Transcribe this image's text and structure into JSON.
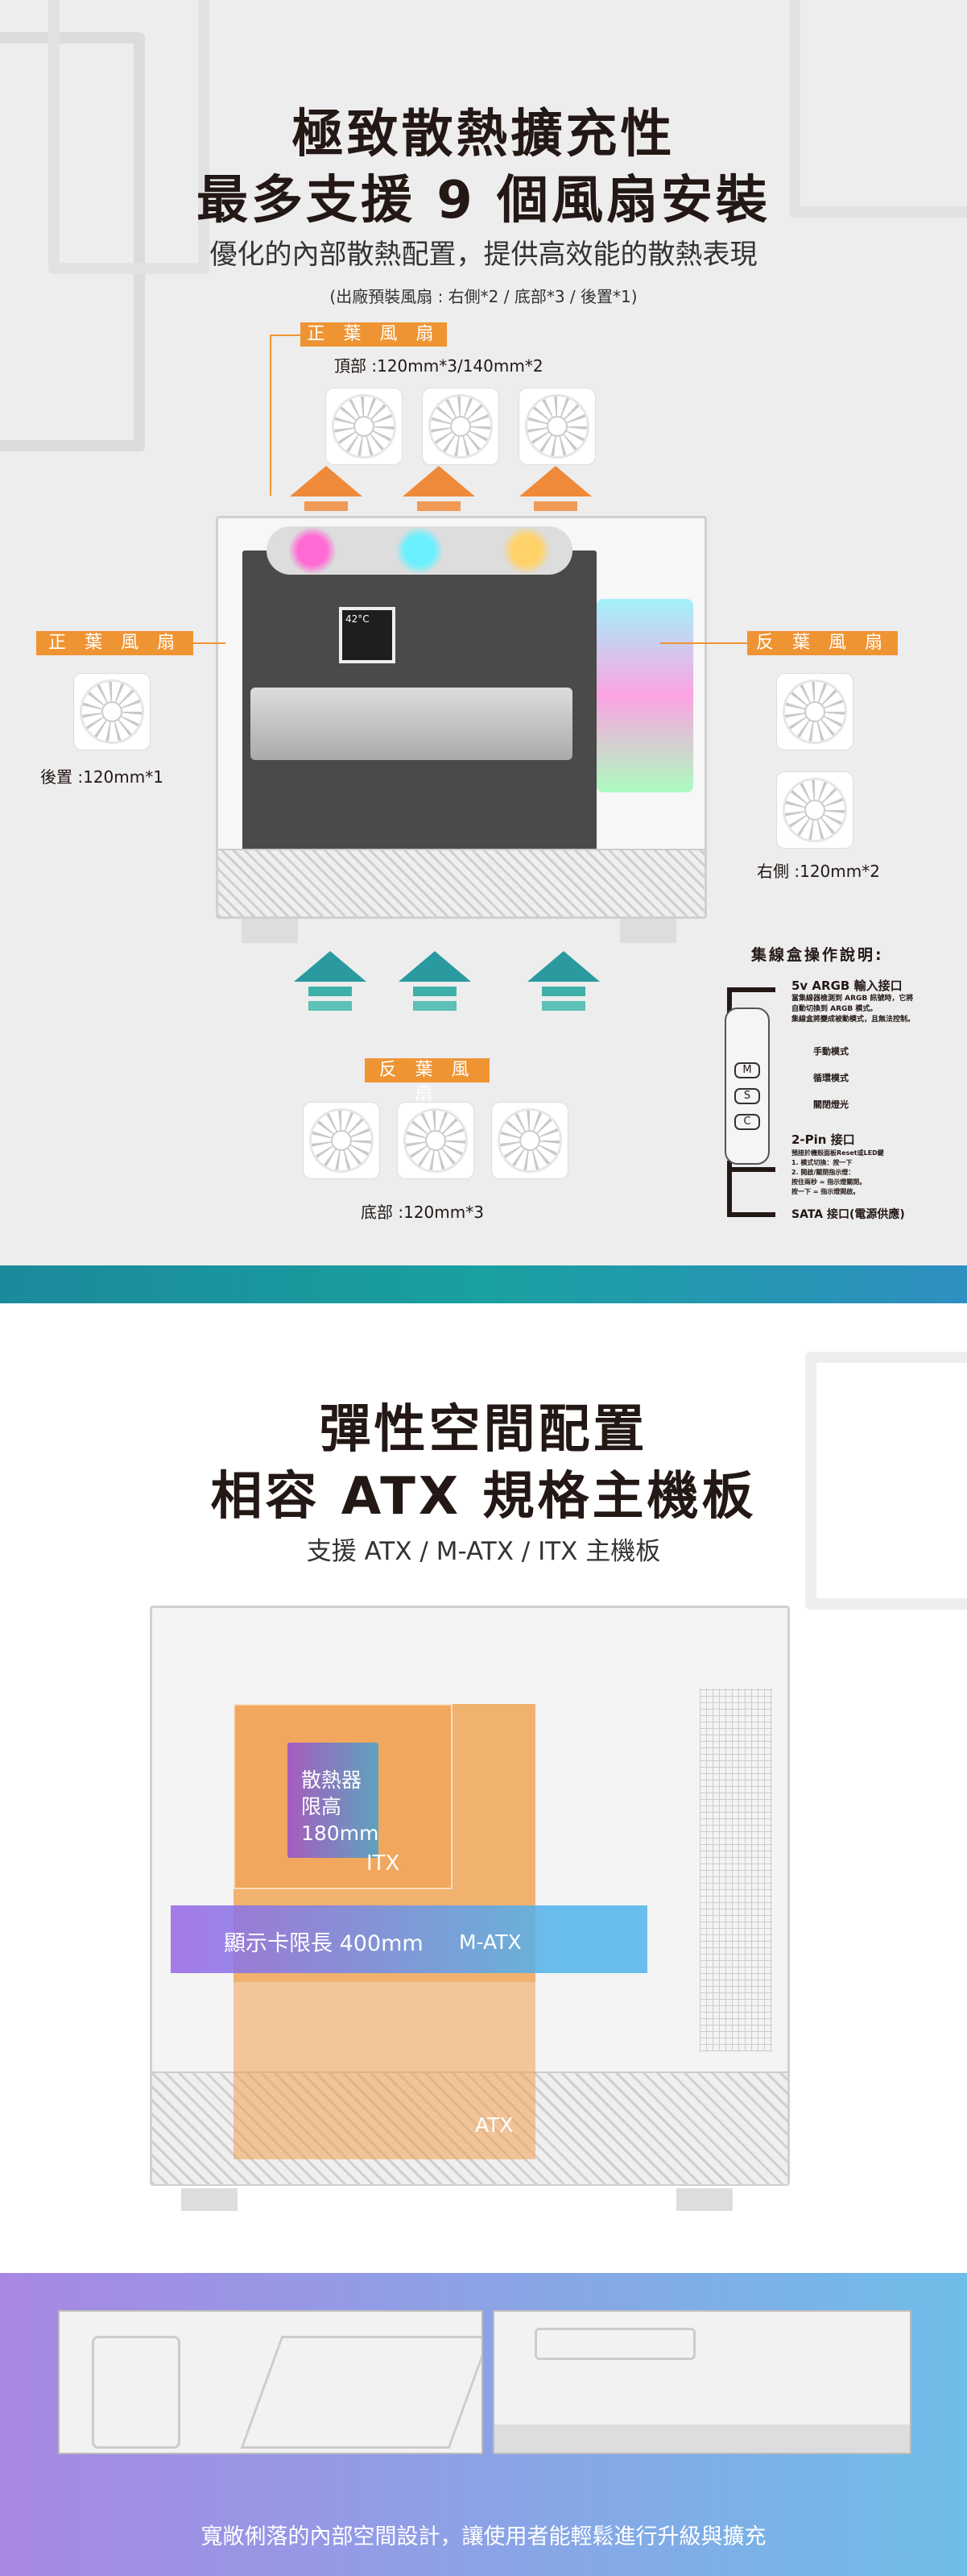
{
  "cooling": {
    "title_line1": "極致散熱擴充性",
    "title_line2": "最多支援 9 個風扇安裝",
    "subtitle": "優化的內部散熱配置，提供高效能的散熱表現",
    "preinstalled_note": "(出廠預裝風扇 : 右側*2 / 底部*3 / 後置*1)",
    "top": {
      "tag": "正 葉 風 扇",
      "spec": "頂部 :120mm*3/140mm*2"
    },
    "rear": {
      "tag": "正 葉 風 扇",
      "spec": "後置 :120mm*1"
    },
    "side": {
      "tag": "反 葉 風 扇",
      "spec": "右側 :120mm*2"
    },
    "bottom": {
      "tag": "反 葉 風 扇",
      "spec": "底部 :120mm*3"
    },
    "lcd_temp": "42°C",
    "accent_orange": "#ef9433",
    "accent_teal": "#2aa79b"
  },
  "controller": {
    "title": "集線盒操作說明:",
    "argb_title": "5v ARGB 輸入接口",
    "argb_desc": [
      "當集線器檢測到 ARGB 訊號時，它將",
      "自動切換到 ARGB 模式。",
      "集線盒將變成被動模式，且無法控制。"
    ],
    "buttons": [
      {
        "key": "M",
        "label": "手動模式"
      },
      {
        "key": "S",
        "label": "循環模式"
      },
      {
        "key": "C",
        "label": "關閉燈光"
      }
    ],
    "pin_title": "2-Pin 接口",
    "pin_desc": [
      "預接於機殼面板Reset或LED鍵",
      "1. 模式切換：按一下",
      "2. 開啟/關閉指示燈：",
      "按住兩秒 = 指示燈關閉。",
      "按一下 = 指示燈開啟。"
    ],
    "sata": "SATA 接口(電源供應)"
  },
  "space": {
    "title_line1": "彈性空間配置",
    "title_line2": "相容 ATX 規格主機板",
    "subtitle": "支援 ATX / M-ATX / ITX 主機板",
    "cooler_limit": [
      "散熱器",
      "限高",
      "180mm"
    ],
    "gpu_limit": "顯示卡限長 400mm",
    "itx": "ITX",
    "matx": "M-ATX",
    "atx": "ATX"
  },
  "footer": {
    "caption": "寬敞俐落的內部空間設計，讓使用者能輕鬆進行升級與擴充"
  }
}
